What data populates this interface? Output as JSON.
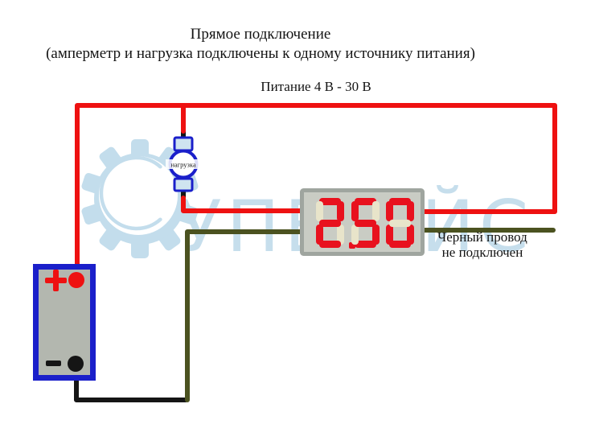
{
  "title": {
    "line1": "Прямое подключение",
    "line2": "(амперметр и нагрузка подключены к одному источнику питания)"
  },
  "power_label": "Питание 4 В - 30 В",
  "load": {
    "label": "нагрузка"
  },
  "ammeter": {
    "value": "2.50"
  },
  "note": {
    "line1": "Черный провод",
    "line2": "не подключен"
  },
  "battery": {
    "plus_symbol": "+",
    "minus_symbol": "−"
  },
  "watermark": {
    "left_text": "УПЕ",
    "right_text": "ЙС"
  },
  "colors": {
    "wire_red": "#ee1111",
    "wire_black": "#151515",
    "wire_olive": "#4b5220",
    "component_blue": "#1a1fca",
    "terminal_fill": "#cfe4f0",
    "battery_fill": "#b3b7af",
    "display_frame": "#9fa59f",
    "display_face": "#c9ccc4",
    "segment_on": "#e8111e",
    "segment_off": "#e8e4ca",
    "watermark_blue": "#c3ddec",
    "text": "#141414"
  }
}
